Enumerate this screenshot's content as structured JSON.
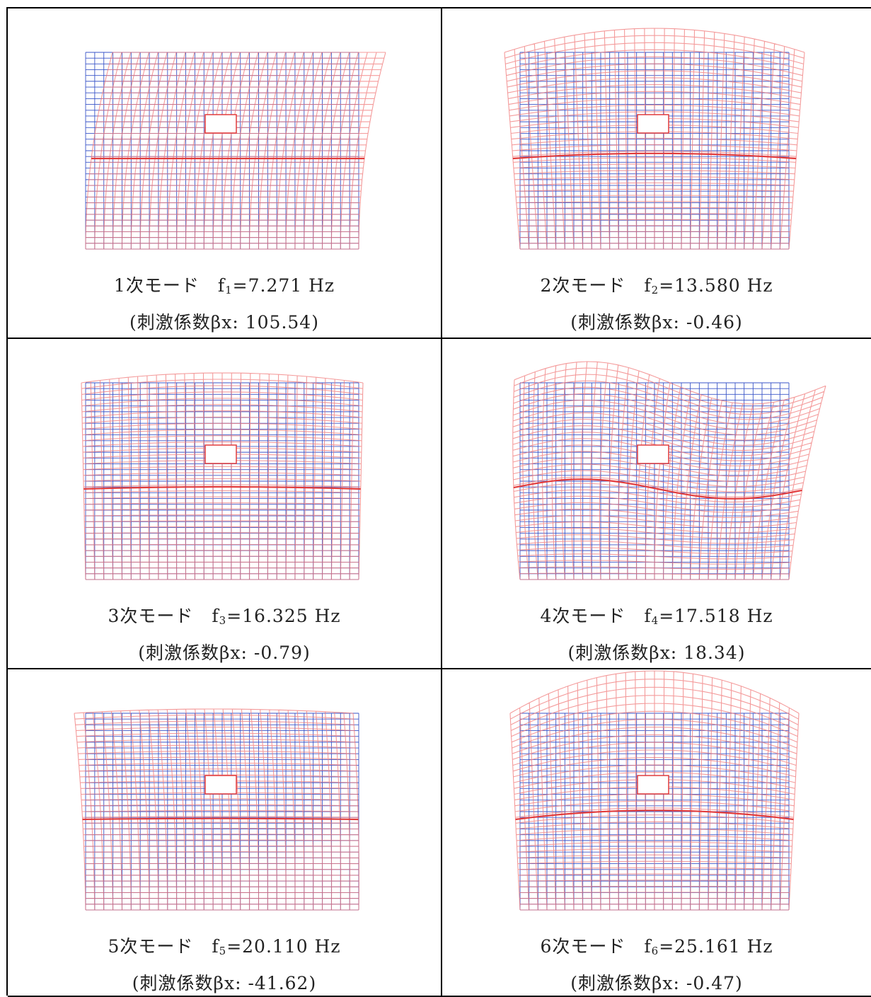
{
  "modes": [
    {
      "order": "1",
      "label": "次モード",
      "f_sym": "f",
      "f_sub": "1",
      "freq": "=7.271 Hz",
      "coef": "(刺激係数βx: 105.54)"
    },
    {
      "order": "2",
      "label": "次モード",
      "f_sym": "f",
      "f_sub": "2",
      "freq": "=13.580 Hz",
      "coef": "(刺激係数βx: -0.46)"
    },
    {
      "order": "3",
      "label": "次モード",
      "f_sym": "f",
      "f_sub": "3",
      "freq": "=16.325 Hz",
      "coef": "(刺激係数βx: -0.79)"
    },
    {
      "order": "4",
      "label": "次モード",
      "f_sym": "f",
      "f_sub": "4",
      "freq": "=17.518 Hz",
      "coef": "(刺激係数βx: 18.34)"
    },
    {
      "order": "5",
      "label": "次モード",
      "f_sym": "f",
      "f_sub": "5",
      "freq": "=20.110 Hz",
      "coef": "(刺激係数βx: -41.62)"
    },
    {
      "order": "6",
      "label": "次モード",
      "f_sym": "f",
      "f_sub": "6",
      "freq": "=25.161 Hz",
      "coef": "(刺激係数βx: -0.47)"
    }
  ],
  "colors": {
    "undeformed_mesh": "#3a55c8",
    "deformed_mesh": "#f07a7a",
    "opening": "#ffffff"
  }
}
